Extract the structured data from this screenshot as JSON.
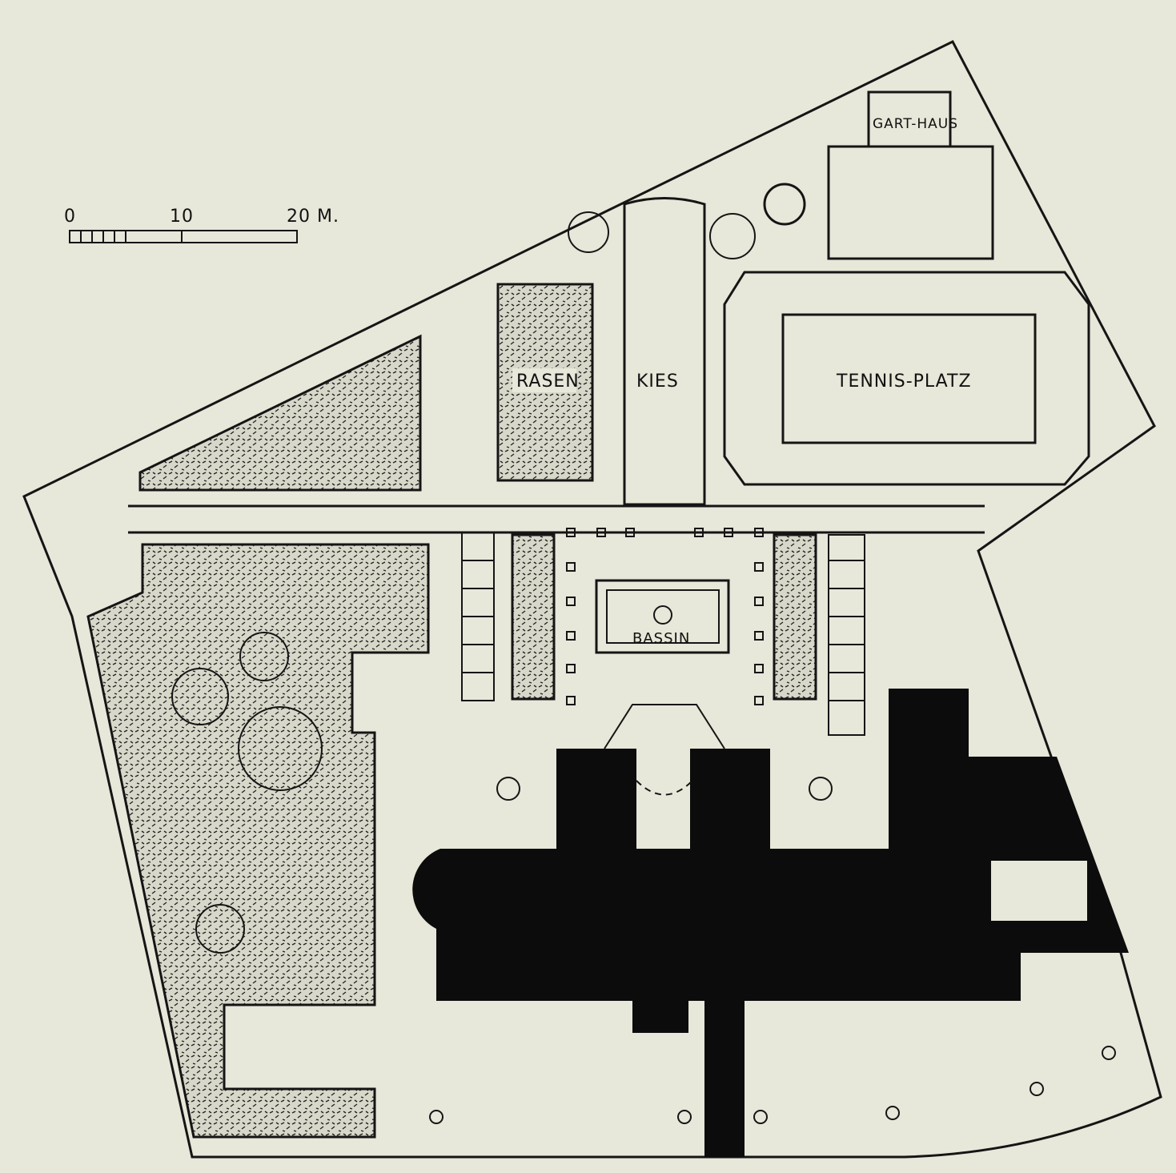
{
  "scale_bar": {
    "tick_0": "0",
    "tick_10": "10",
    "tick_20": "20 M."
  },
  "labels": {
    "garden_house": "GART-HAUS",
    "lawn": "RASEN",
    "gravel": "KIES",
    "tennis_court": "TENNIS-PLATZ",
    "basin": "BASSIN"
  },
  "colors": {
    "paper": "#e7e7da",
    "ink": "#0c0c0c"
  }
}
